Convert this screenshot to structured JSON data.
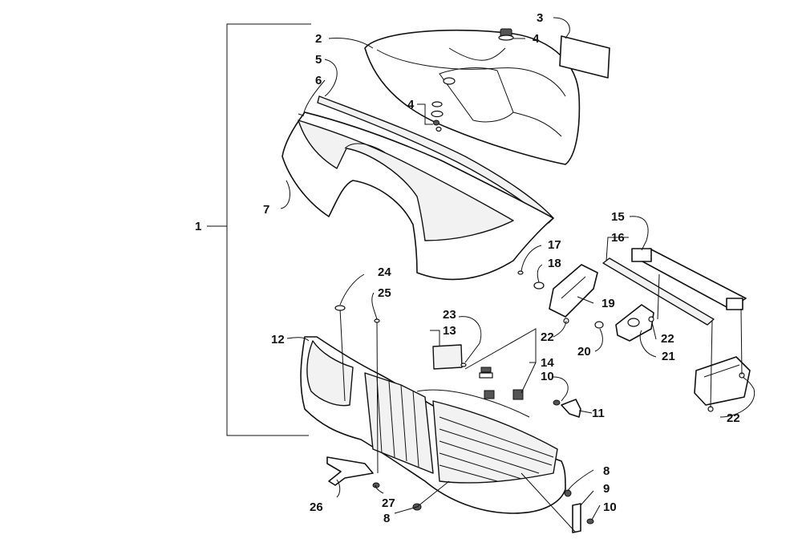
{
  "diagram": {
    "callouts": [
      {
        "id": "c1",
        "text": "1"
      },
      {
        "id": "c2",
        "text": "2"
      },
      {
        "id": "c3",
        "text": "3"
      },
      {
        "id": "c4a",
        "text": "4"
      },
      {
        "id": "c4b",
        "text": "4"
      },
      {
        "id": "c5",
        "text": "5"
      },
      {
        "id": "c6",
        "text": "6"
      },
      {
        "id": "c7",
        "text": "7"
      },
      {
        "id": "c8a",
        "text": "8"
      },
      {
        "id": "c8b",
        "text": "8"
      },
      {
        "id": "c9",
        "text": "9"
      },
      {
        "id": "c10a",
        "text": "10"
      },
      {
        "id": "c10b",
        "text": "10"
      },
      {
        "id": "c11",
        "text": "11"
      },
      {
        "id": "c12",
        "text": "12"
      },
      {
        "id": "c13",
        "text": "13"
      },
      {
        "id": "c14",
        "text": "14"
      },
      {
        "id": "c15",
        "text": "15"
      },
      {
        "id": "c16",
        "text": "16"
      },
      {
        "id": "c17",
        "text": "17"
      },
      {
        "id": "c18",
        "text": "18"
      },
      {
        "id": "c19",
        "text": "19"
      },
      {
        "id": "c20",
        "text": "20"
      },
      {
        "id": "c21",
        "text": "21"
      },
      {
        "id": "c22a",
        "text": "22"
      },
      {
        "id": "c22b",
        "text": "22"
      },
      {
        "id": "c22c",
        "text": "22"
      },
      {
        "id": "c23",
        "text": "23"
      },
      {
        "id": "c24",
        "text": "24"
      },
      {
        "id": "c25",
        "text": "25"
      },
      {
        "id": "c26",
        "text": "26"
      },
      {
        "id": "c27",
        "text": "27"
      }
    ]
  }
}
